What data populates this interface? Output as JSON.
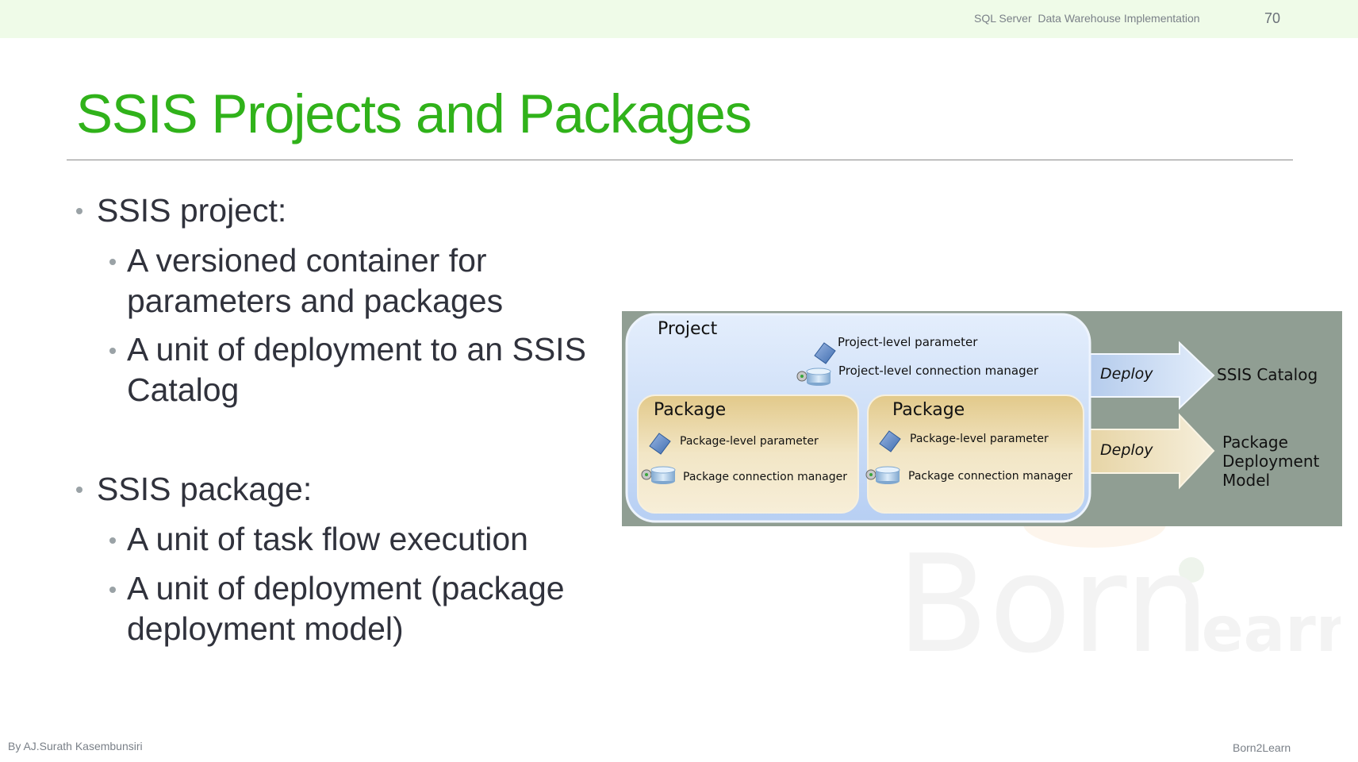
{
  "header": {
    "course": "SQL Server  Data Warehouse Implementation",
    "page_number": "70"
  },
  "slide": {
    "title": "SSIS Projects and Packages",
    "bullets": [
      {
        "text": "SSIS project:",
        "subs": [
          [
            "A versioned container for",
            "parameters and packages"
          ],
          [
            "A unit of deployment to an SSIS",
            "Catalog"
          ]
        ]
      },
      {
        "text": "SSIS package:",
        "subs": [
          [
            "A unit of task flow execution"
          ],
          [
            "A unit of deployment (package",
            "deployment model)"
          ]
        ]
      }
    ]
  },
  "diagram": {
    "project_label": "Project",
    "project_param": "Project-level parameter",
    "project_conn": "Project-level connection manager",
    "package_label": "Package",
    "package_param": "Package-level parameter",
    "package_conn": "Package connection manager",
    "deploy_label": "Deploy",
    "catalog_label": "SSIS Catalog",
    "model_label": [
      "Package",
      "Deployment",
      "Model"
    ]
  },
  "watermark": {
    "text1": "Born",
    "text2": "learn"
  },
  "footer": {
    "author": "By AJ.Surath Kasembunsiri",
    "brand": "Born2Learn"
  },
  "colors": {
    "title": "#30b21a",
    "header_bg": "#effbe8",
    "diagram_bg": "#909e93",
    "project_fill": "#c8dcf8",
    "package_fill": "#ecd9a8"
  }
}
